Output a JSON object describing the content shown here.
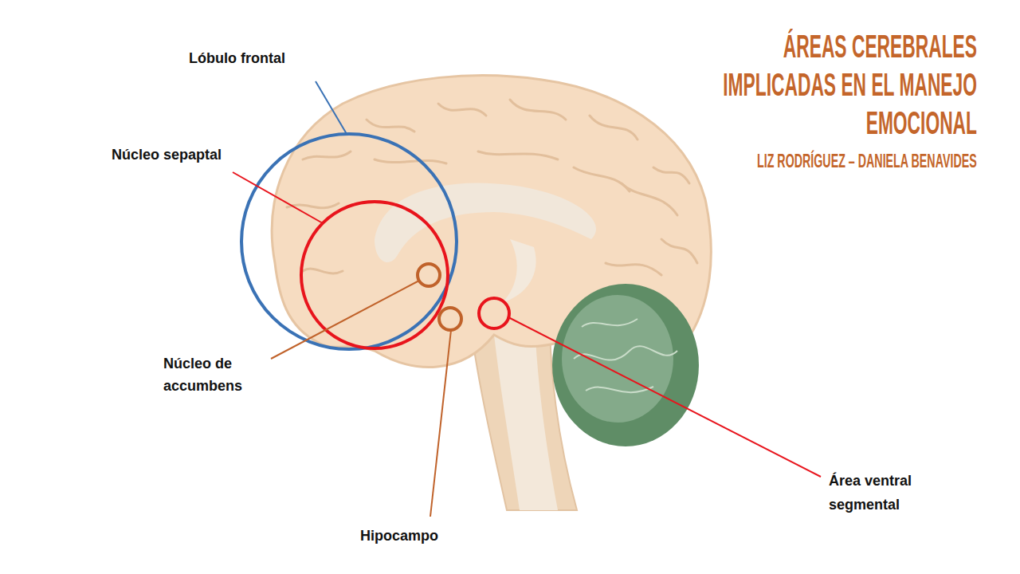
{
  "diagram": {
    "title": "ÁREAS CEREBRALES IMPLICADAS EN EL MANEJO EMOCIONAL",
    "labels": [
      "Lóbulo frontal",
      "LIZ RODRÍGUEZ – DANIELA BENAVIDES",
      "Núcleo sepaptal",
      "Núcleo de accumbens",
      "Hipocampo",
      "Área ventral segmental"
    ]
  }
}
